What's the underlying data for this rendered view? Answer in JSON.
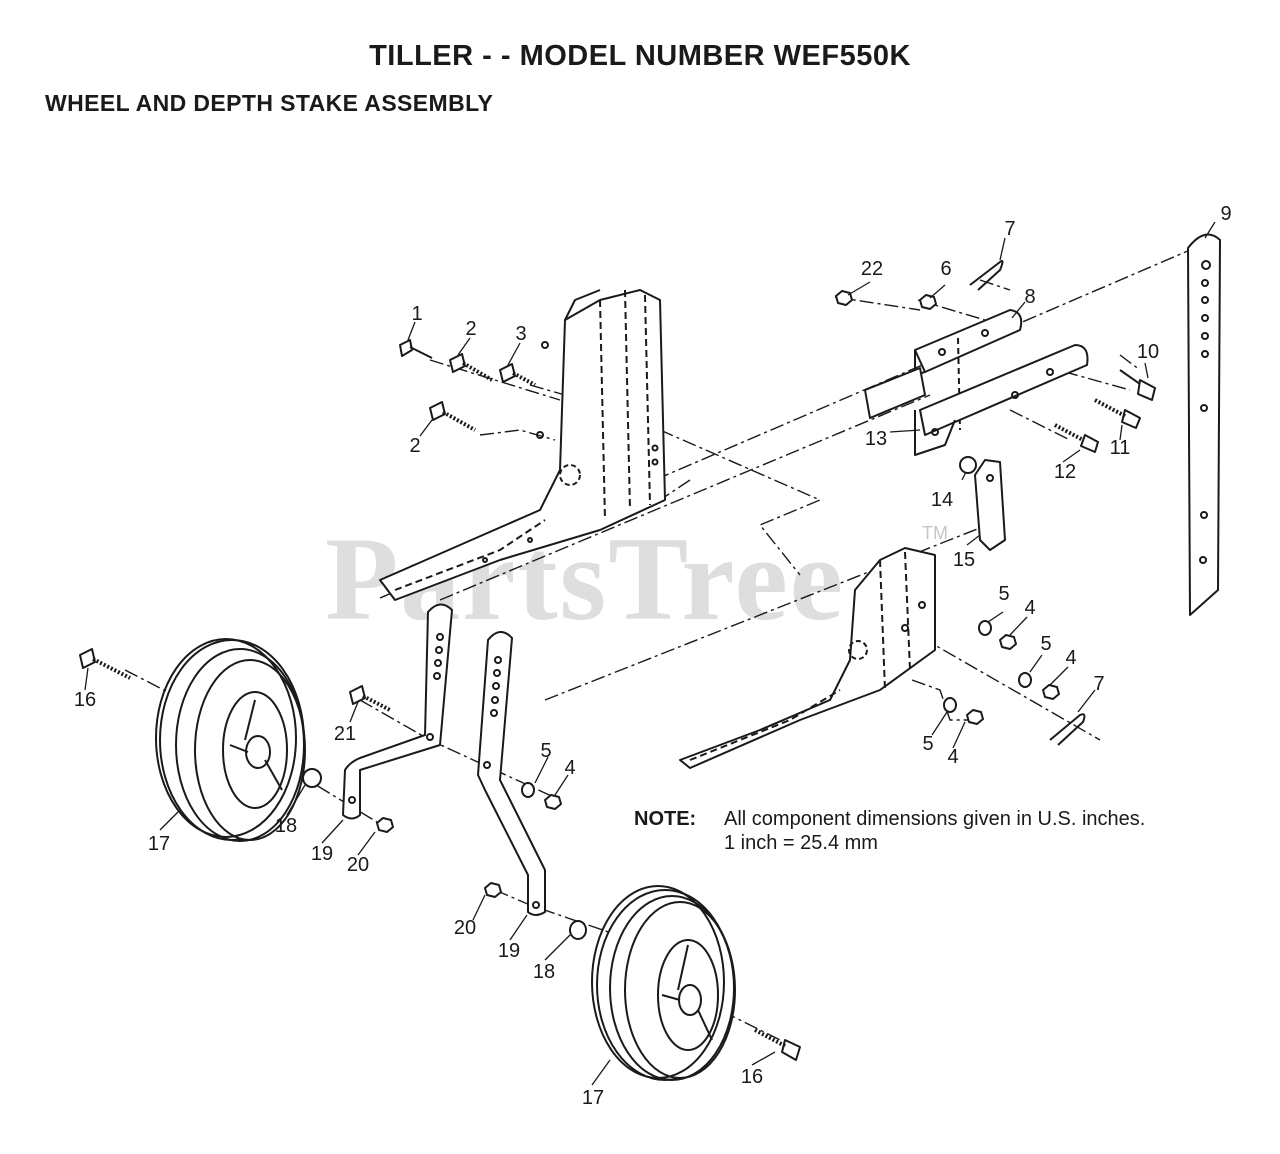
{
  "header": {
    "title": "TILLER - - MODEL NUMBER WEF550K",
    "subtitle": "WHEEL AND DEPTH STAKE ASSEMBLY"
  },
  "note": {
    "label": "NOTE:",
    "line1": "All component dimensions given in U.S. inches.",
    "line2": "1 inch = 25.4 mm"
  },
  "watermark": {
    "text": "PartsTree",
    "trademark": "TM"
  },
  "callouts": {
    "c1": "1",
    "c2a": "2",
    "c2b": "2",
    "c3": "3",
    "c4a": "4",
    "c4b": "4",
    "c4c": "4",
    "c4d": "4",
    "c5a": "5",
    "c5b": "5",
    "c5c": "5",
    "c5d": "5",
    "c6": "6",
    "c7a": "7",
    "c7b": "7",
    "c8": "8",
    "c9": "9",
    "c10": "10",
    "c11": "11",
    "c12": "12",
    "c13": "13",
    "c14": "14",
    "c15": "15",
    "c16a": "16",
    "c16b": "16",
    "c17a": "17",
    "c17b": "17",
    "c18a": "18",
    "c18b": "18",
    "c19a": "19",
    "c19b": "19",
    "c20a": "20",
    "c20b": "20",
    "c21": "21",
    "c22": "22"
  }
}
